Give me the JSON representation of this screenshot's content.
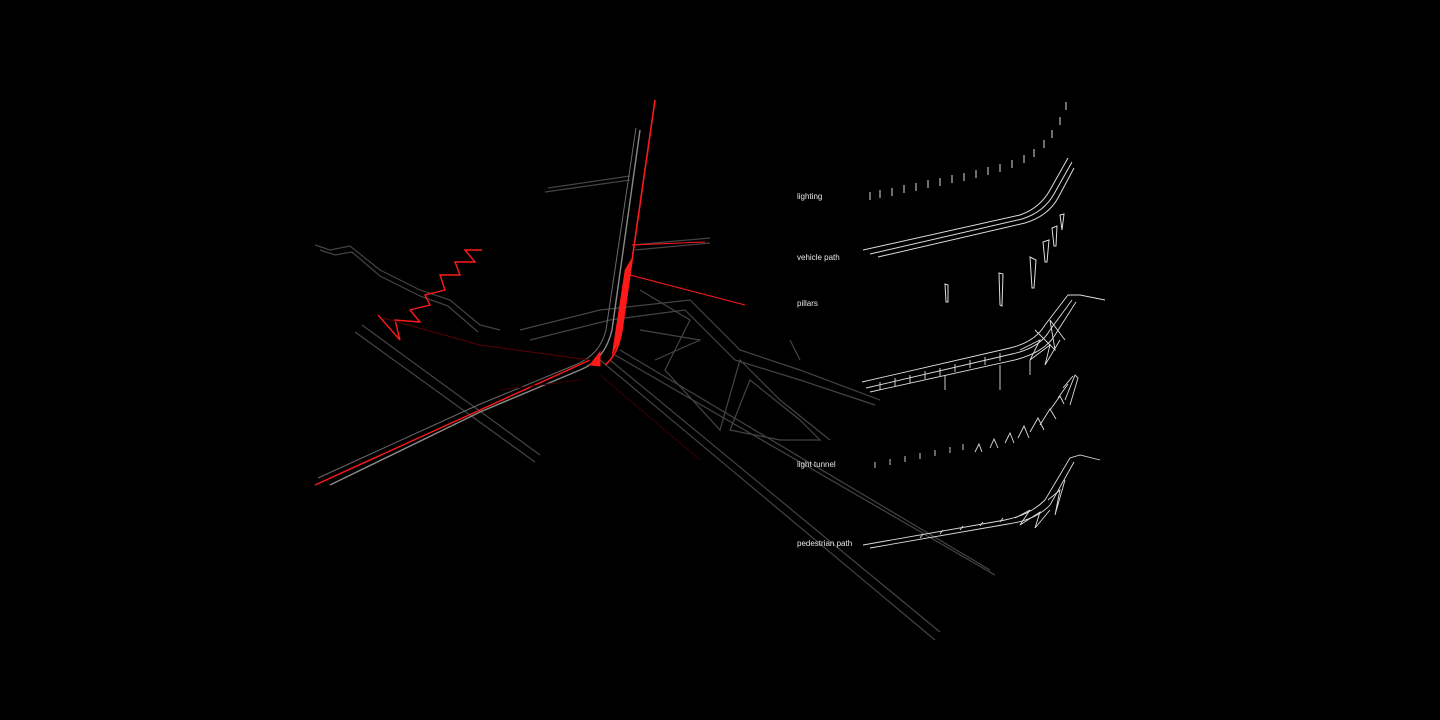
{
  "diagram": {
    "layers": [
      {
        "label": "lighting"
      },
      {
        "label": "vehicle path"
      },
      {
        "label": "pillars"
      },
      {
        "label": "light tunnel"
      },
      {
        "label": "pedestrian path"
      }
    ],
    "colors": {
      "background": "#000000",
      "highlight": "#ff1a1a",
      "line": "#d9d9d9",
      "road": "#3a3a3a"
    }
  }
}
